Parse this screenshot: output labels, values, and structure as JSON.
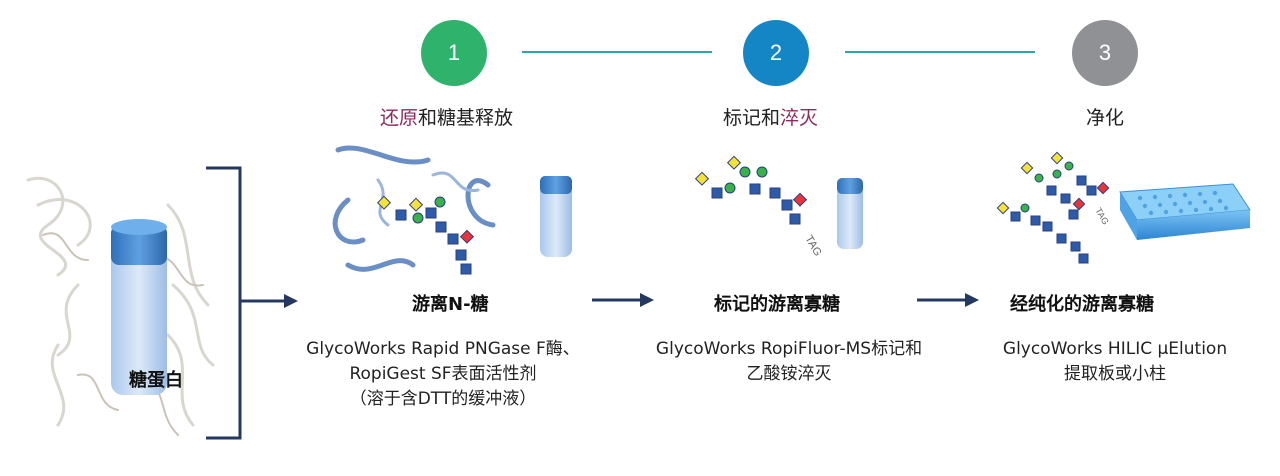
{
  "steps": [
    {
      "number": "1",
      "label_parts": [
        {
          "text": "还原",
          "highlight": true
        },
        {
          "text": "和糖基释放",
          "highlight": false
        }
      ],
      "color": "#2fb36c"
    },
    {
      "number": "2",
      "label_parts": [
        {
          "text": "标记和",
          "highlight": false
        },
        {
          "text": "淬灭",
          "highlight": true
        }
      ],
      "color": "#1486c6"
    },
    {
      "number": "3",
      "label_parts": [
        {
          "text": "净化",
          "highlight": false
        }
      ],
      "color": "#8f9194"
    }
  ],
  "highlight_color": "#8e2a5c",
  "start": {
    "label": "糖蛋白"
  },
  "stages": [
    {
      "title": "游离N-糖",
      "desc": [
        "GlycoWorks Rapid PNGase F酶、",
        "RopiGest SF表面活性剂",
        "（溶于含DTT的缓冲液）"
      ]
    },
    {
      "title": "标记的游离寡糖",
      "desc": [
        "GlycoWorks RopiFluor-MS标记和",
        "乙酸铵淬灭"
      ]
    },
    {
      "title": "经纯化的游离寡糖",
      "desc": [
        "GlycoWorks HILIC μElution",
        "提取板或小柱"
      ]
    }
  ],
  "tag_text": "TAG"
}
